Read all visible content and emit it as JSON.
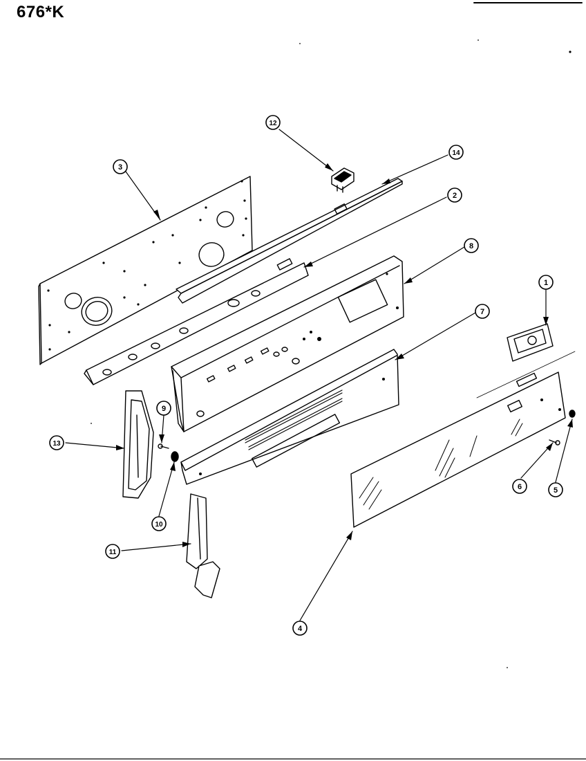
{
  "header": {
    "model": "676*K"
  },
  "callouts": [
    "1",
    "2",
    "3",
    "4",
    "5",
    "6",
    "7",
    "8",
    "9",
    "10",
    "11",
    "12",
    "13",
    "14"
  ]
}
